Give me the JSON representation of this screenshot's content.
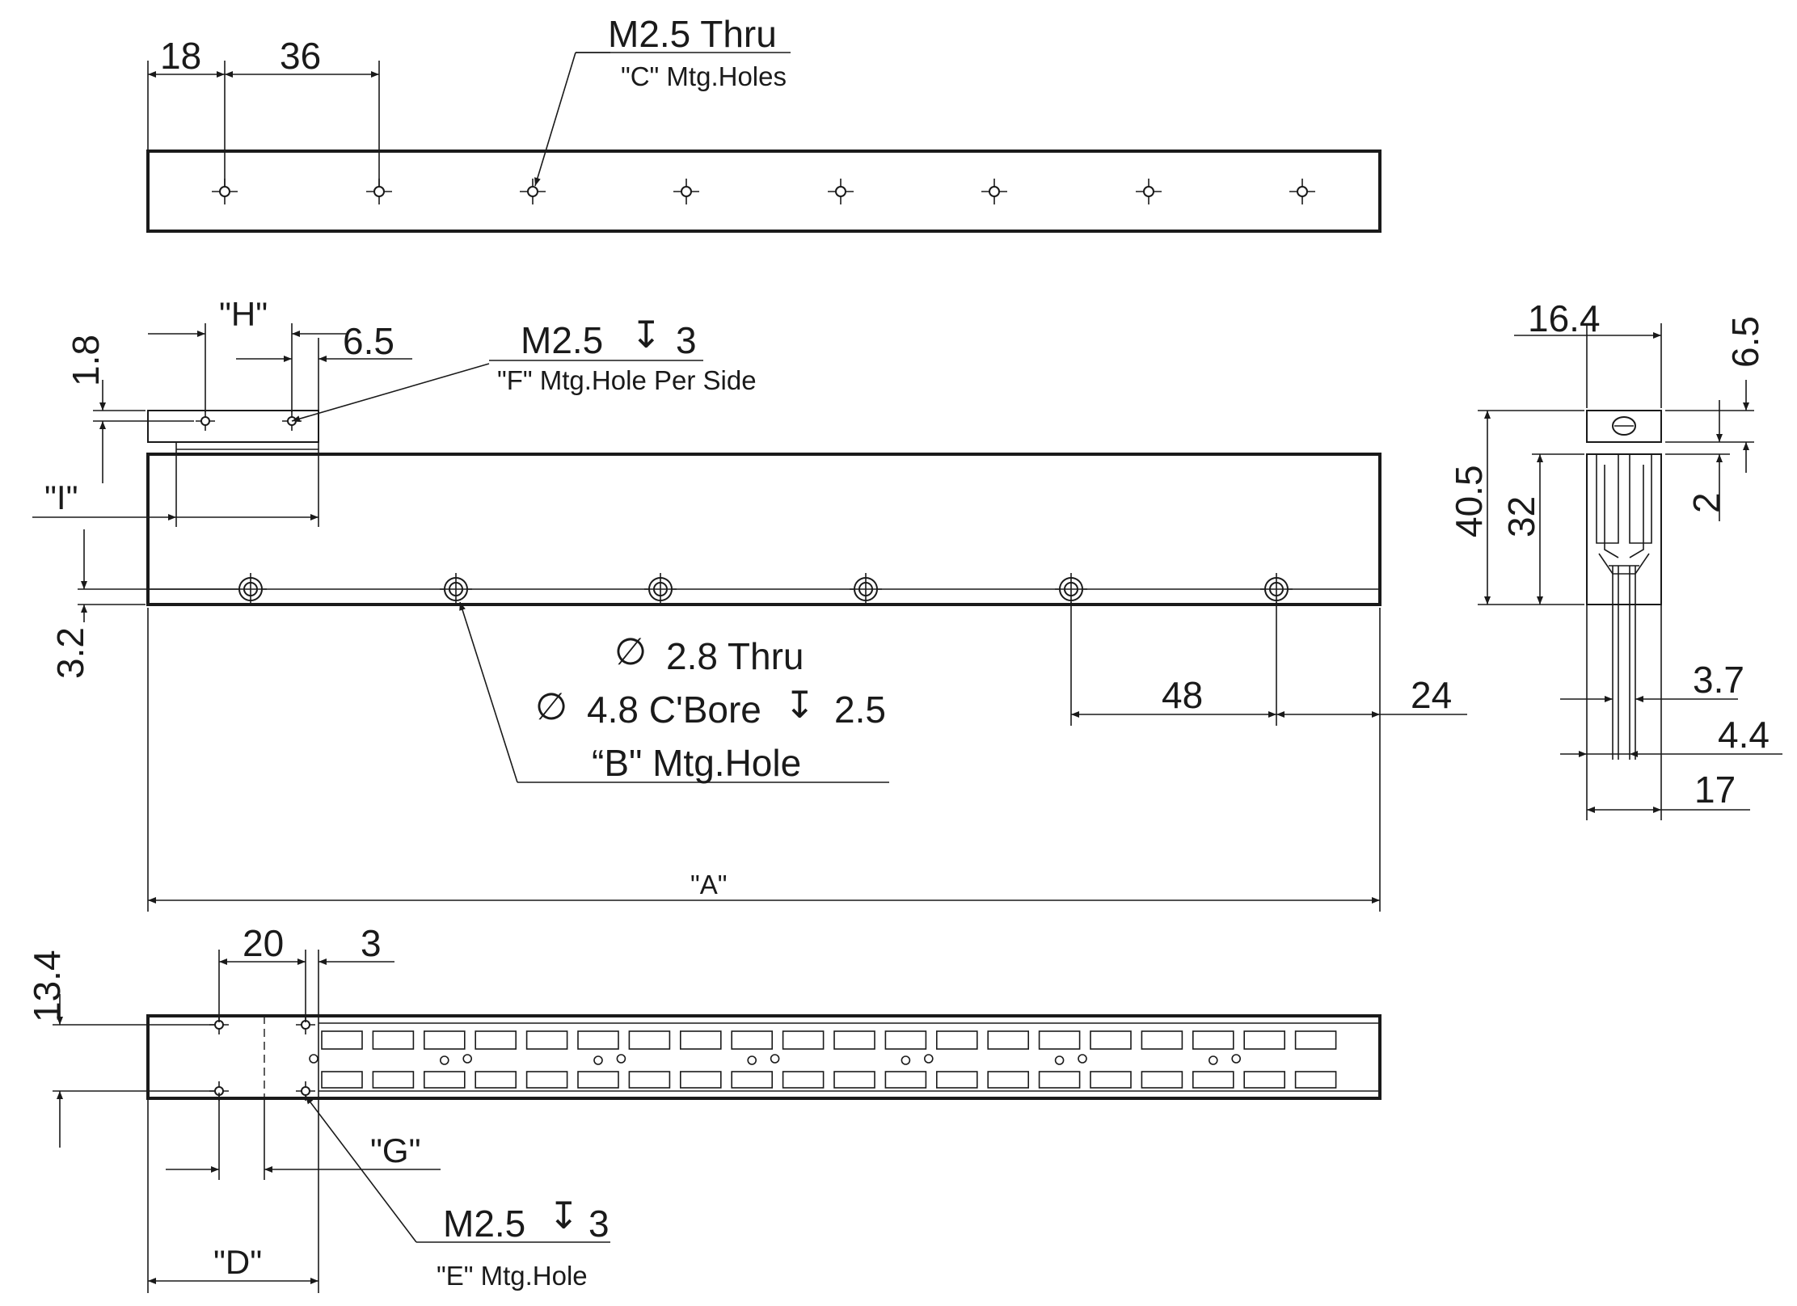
{
  "labels": {
    "dim_18": "18",
    "dim_36": "36",
    "c_callout": "M2.5 Thru",
    "c_note": "\"C\" Mtg.Holes",
    "h_label": "\"H\"",
    "dim_6_5_top": "6.5",
    "dim_1_8": "1.8",
    "f_callout_thread": "M2.5",
    "f_callout_depth": "3",
    "f_note": "\"F\" Mtg.Hole Per Side",
    "i_label": "\"I\"",
    "dim_3_2": "3.2",
    "b_thru_dia": "2.8 Thru",
    "b_cbore_dia": "4.8 C'Bore",
    "b_cbore_depth": "2.5",
    "b_note": "“B\" Mtg.Hole",
    "dim_48": "48",
    "dim_24": "24",
    "a_label": "\"A\"",
    "dim_16_4": "16.4",
    "dim_6_5_side": "6.5",
    "dim_40_5": "40.5",
    "dim_32": "32",
    "dim_2": "2",
    "dim_3_7": "3.7",
    "dim_4_4": "4.4",
    "dim_17": "17",
    "dim_20": "20",
    "dim_3": "3",
    "dim_13_4": "13.4",
    "g_label": "\"G\"",
    "e_callout_thread": "M2.5",
    "e_callout_depth": "3",
    "e_note": "\"E\" Mtg.Hole",
    "d_label": "\"D\""
  },
  "symbols": {
    "diameter": "∅",
    "depth": "↧"
  }
}
